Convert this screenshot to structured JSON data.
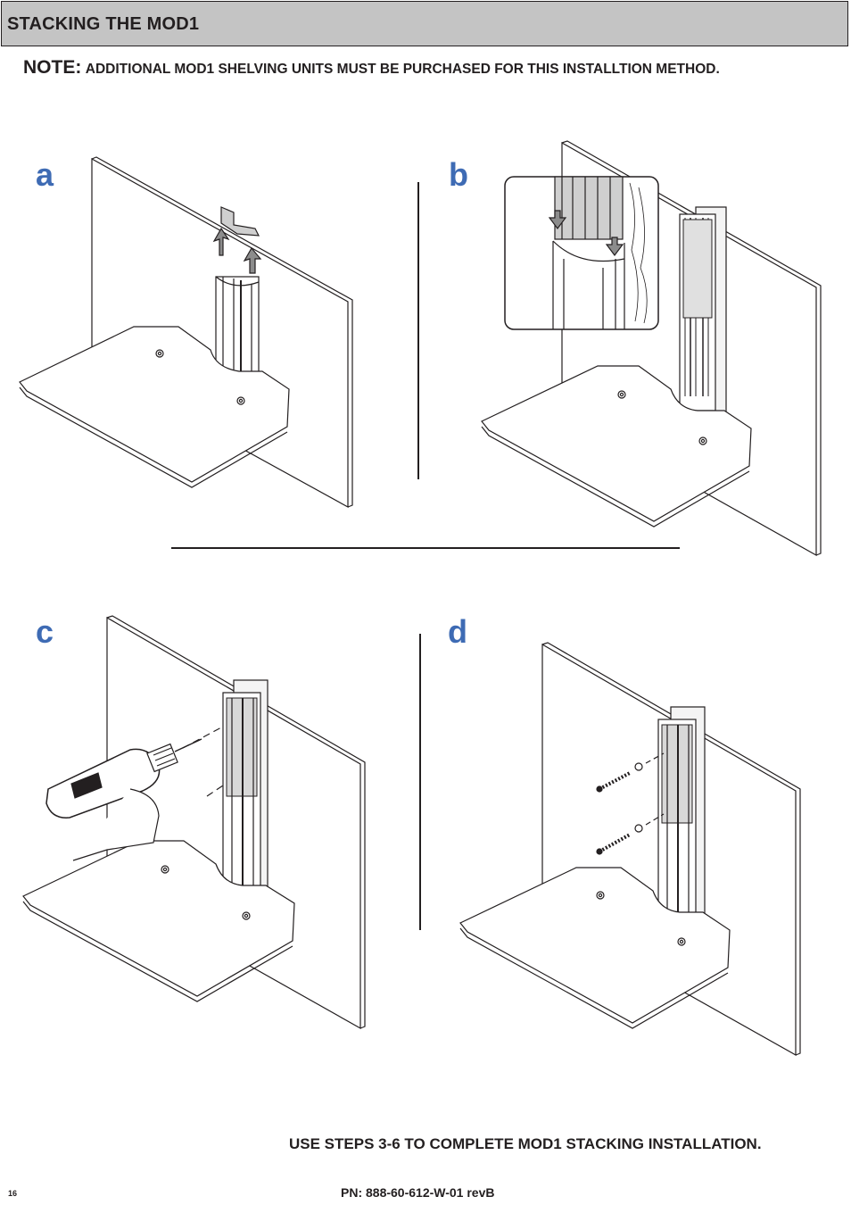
{
  "header": {
    "title": "STACKING THE MOD1"
  },
  "note": {
    "label": "NOTE:",
    "text": "ADDITIONAL MOD1 SHELVING UNITS MUST BE PURCHASED FOR THIS INSTALLTION METHOD."
  },
  "panels": [
    {
      "letter": "a"
    },
    {
      "letter": "b"
    },
    {
      "letter": "c"
    },
    {
      "letter": "d"
    }
  ],
  "colors": {
    "panel_letter": "#3e6bb4",
    "header_bg": "#c4c4c4",
    "arrow": "#8c8c8c"
  },
  "footer": {
    "instruction": "USE STEPS 3-6 TO COMPLETE MOD1 STACKING INSTALLATION.",
    "page_number": "16",
    "part_number": "PN: 888-60-612-W-01 revB"
  }
}
